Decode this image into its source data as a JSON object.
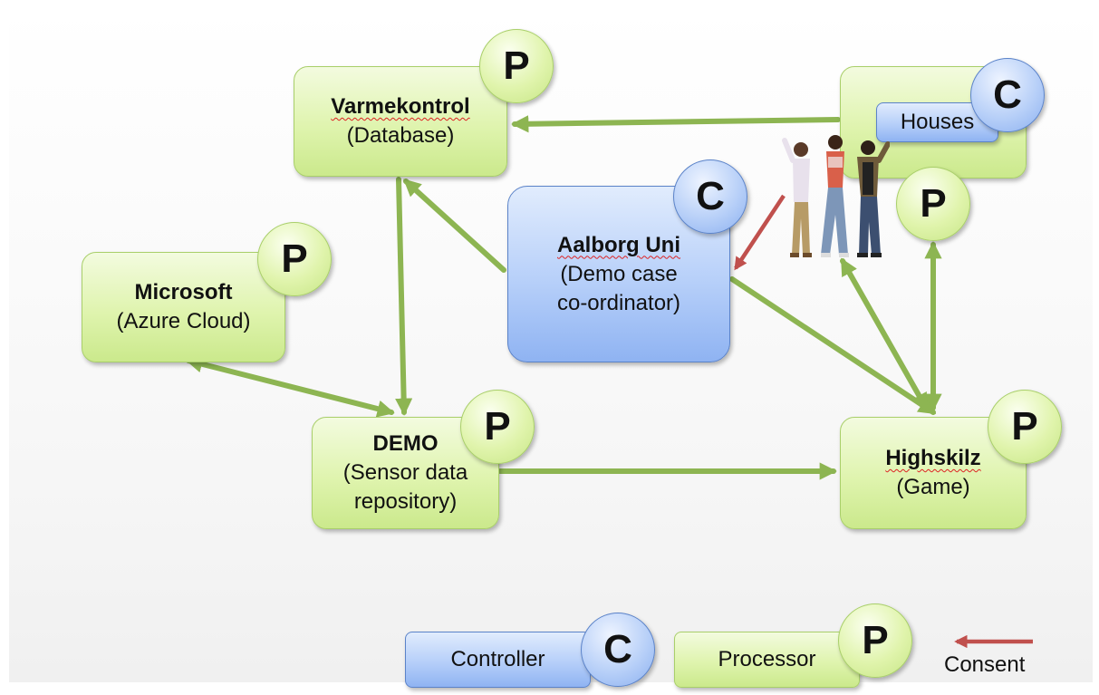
{
  "nodes": {
    "varmekontrol": {
      "title": "Varmekontrol",
      "subtitle": "(Database)",
      "badge": "P"
    },
    "houses": {
      "label": "Houses",
      "badge_c": "C",
      "badge_p": "P"
    },
    "aalborg": {
      "title": "Aalborg Uni",
      "line2": "(Demo case",
      "line3": "co-ordinator)",
      "badge": "C"
    },
    "microsoft": {
      "title": "Microsoft",
      "subtitle": "(Azure Cloud)",
      "badge": "P"
    },
    "demo": {
      "title": "DEMO",
      "line2": "(Sensor data",
      "line3": "repository)",
      "badge": "P"
    },
    "highskilz": {
      "title": "Highskilz",
      "subtitle": "(Game)",
      "badge": "P"
    }
  },
  "legend": {
    "controller_label": "Controller",
    "controller_badge": "C",
    "processor_label": "Processor",
    "processor_badge": "P",
    "consent_label": "Consent"
  },
  "colors": {
    "processor_green": "#dff4ae",
    "controller_blue": "#b6cff9",
    "data_flow_arrow": "#8db552",
    "consent_arrow": "#c0504d"
  },
  "icons": {
    "people": "group-of-people-icon"
  }
}
